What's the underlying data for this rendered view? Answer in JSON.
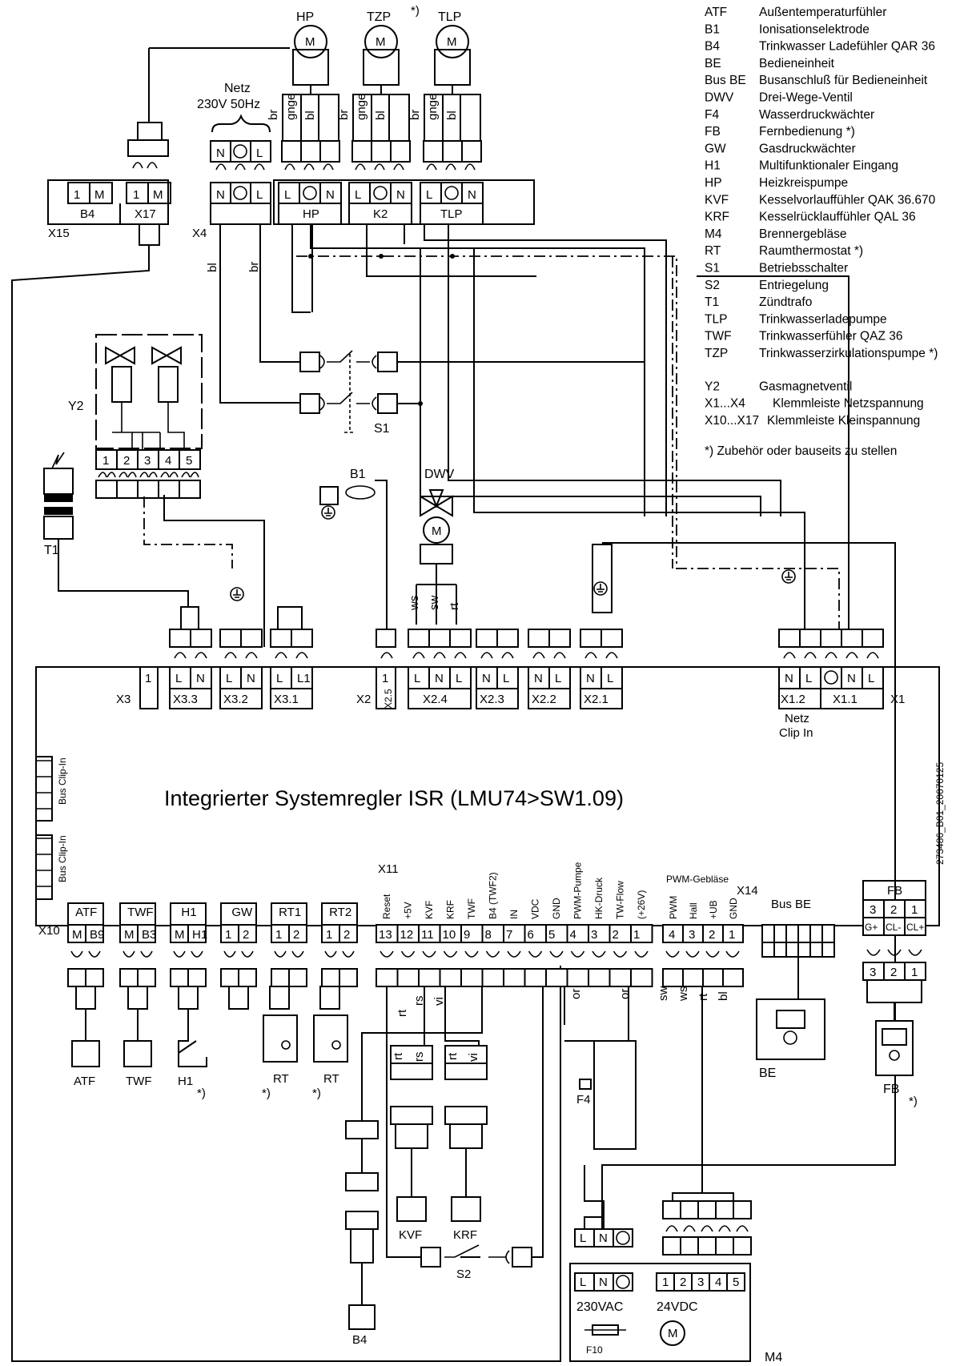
{
  "title": "Integrierter Systemregler ISR (LMU74>SW1.09)",
  "drawing_number": "273486_B01_20070125",
  "legend": [
    {
      "code": "ATF",
      "text": "Außentemperaturfühler"
    },
    {
      "code": "B1",
      "text": "Ionisationselektrode"
    },
    {
      "code": "B4",
      "text": "Trinkwasser Ladefühler QAR 36"
    },
    {
      "code": "BE",
      "text": "Bedieneinheit"
    },
    {
      "code": "Bus BE",
      "text": "Busanschluß für Bedieneinheit"
    },
    {
      "code": "DWV",
      "text": "Drei-Wege-Ventil"
    },
    {
      "code": "F4",
      "text": "Wasserdruckwächter"
    },
    {
      "code": "FB",
      "text": "Fernbedienung *)"
    },
    {
      "code": "GW",
      "text": "Gasdruckwächter"
    },
    {
      "code": "H1",
      "text": "Multifunktionaler Eingang"
    },
    {
      "code": "HP",
      "text": "Heizkreispumpe"
    },
    {
      "code": "KVF",
      "text": "Kesselvorlauffühler QAK 36.670"
    },
    {
      "code": "KRF",
      "text": "Kesselrücklauffühler QAL 36"
    },
    {
      "code": "M4",
      "text": "Brennergebläse"
    },
    {
      "code": "RT",
      "text": "Raumthermostat *)"
    },
    {
      "code": "S1",
      "text": "Betriebsschalter"
    },
    {
      "code": "S2",
      "text": "Entriegelung"
    },
    {
      "code": "T1",
      "text": "Zündtrafo"
    },
    {
      "code": "TLP",
      "text": "Trinkwasserladepumpe"
    },
    {
      "code": "TWF",
      "text": "Trinkwasserfühler QAZ 36"
    },
    {
      "code": "TZP",
      "text": "Trinkwasserzirkulationspumpe *)"
    },
    {
      "code": "Y2",
      "text": "Gasmagnetventil"
    },
    {
      "code": "X1...X4",
      "text": "Klemmleiste Netzspannung"
    },
    {
      "code": "X10...X17",
      "text": "Klemmleiste Kleinspannung"
    }
  ],
  "footnote": "*) Zubehör oder bauseits zu stellen",
  "footnote_mark": "*)",
  "top": {
    "netz_label": "Netz",
    "netz_spec": "230V 50Hz",
    "pumps": [
      "HP",
      "TZP",
      "TLP"
    ],
    "wire_labels": [
      "br",
      "gnge",
      "bl"
    ],
    "connectors": {
      "x15": "X15",
      "b4": "B4",
      "x17": "X17",
      "x4": "X4",
      "hp": "HP",
      "k2": "K2",
      "tlp": "TLP"
    },
    "terms": {
      "one": "1",
      "m": "M",
      "n": "N",
      "l": "L"
    },
    "side_wires": [
      "bl",
      "br"
    ]
  },
  "components": {
    "y2": "Y2",
    "t1": "T1",
    "s1": "S1",
    "b1": "B1",
    "dwv": "DWV",
    "dwv_wires": [
      "ws",
      "sw",
      "rt"
    ],
    "s2": "S2",
    "kvf": "KVF",
    "krf": "KRF",
    "b4": "B4",
    "f4": "F4",
    "be": "BE",
    "fb": "FB",
    "m4": "M4",
    "f10": "F10",
    "rt": "RT",
    "atf": "ATF",
    "twf": "TWF",
    "h1": "H1",
    "motor": "M",
    "v230": "230VAC",
    "v24": "24VDC",
    "y2_pins": [
      "1",
      "2",
      "3",
      "4",
      "5"
    ]
  },
  "upper_terminals": {
    "x3": "X3",
    "x3_pin": "1",
    "x33": "X3.3",
    "x32": "X3.2",
    "x31": "X3.1",
    "l1": "L1",
    "x2": "X2",
    "x25": "X2.5",
    "x25_pin": "1",
    "x24": "X2.4",
    "x23": "X2.3",
    "x22": "X2.2",
    "x21": "X2.1",
    "x12": "X1.2",
    "x11": "X1.1",
    "x1": "X1",
    "netz": "Netz",
    "clipin": "Clip In"
  },
  "bus_clip": "Bus Clip-In",
  "lower": {
    "x10": "X10",
    "x11": "X11",
    "x14": "X14",
    "pwm_group": "PWM-Gebläse",
    "bus_be": "Bus BE",
    "groups": [
      {
        "name": "ATF",
        "pins": [
          "M",
          "B9"
        ]
      },
      {
        "name": "TWF",
        "pins": [
          "M",
          "B3"
        ]
      },
      {
        "name": "H1",
        "pins": [
          "M",
          "H1"
        ]
      },
      {
        "name": "GW",
        "pins": [
          "1",
          "2"
        ]
      },
      {
        "name": "RT1",
        "pins": [
          "1",
          "2"
        ]
      },
      {
        "name": "RT2",
        "pins": [
          "1",
          "2"
        ]
      }
    ],
    "x11_labels": [
      "Reset",
      "+5V",
      "KVF",
      "KRF",
      "TWF",
      "B4 (TWF2)",
      "IN",
      "VDC",
      "GND",
      "PWM-Pumpe",
      "HK-Druck",
      "TW-Flow",
      "(+26V)"
    ],
    "x11_pins": [
      "13",
      "12",
      "11",
      "10",
      "9",
      "8",
      "7",
      "6",
      "5",
      "4",
      "3",
      "2",
      "1"
    ],
    "x14_labels": [
      "PWM",
      "Hall",
      "+UB",
      "GND"
    ],
    "x14_pins": [
      "4",
      "3",
      "2",
      "1"
    ],
    "fb_pins": [
      "3",
      "2",
      "1"
    ],
    "fb_sub": [
      "G+",
      "CL-",
      "CL+"
    ],
    "wire_tags": [
      "rs",
      "vi",
      "rt",
      "or",
      "sw",
      "ws",
      "bl"
    ]
  }
}
